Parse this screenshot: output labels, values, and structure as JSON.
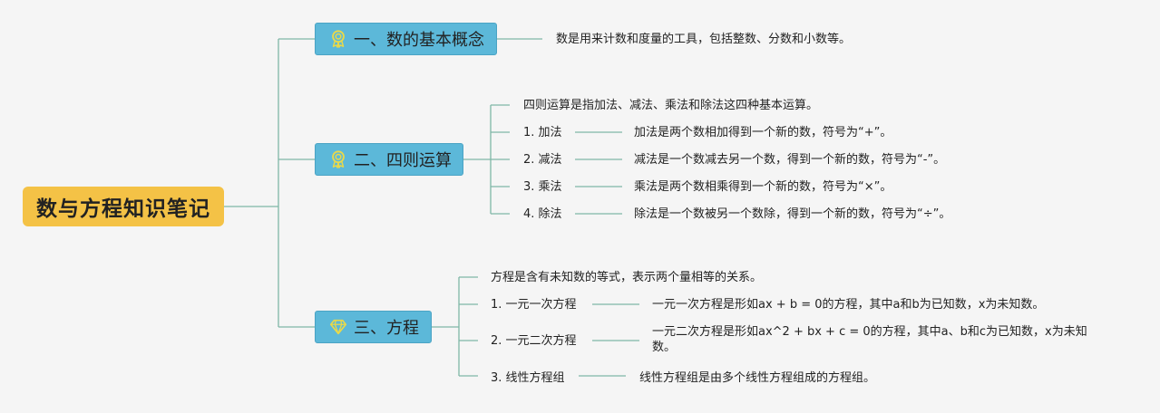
{
  "root": {
    "label": "数与方程知识笔记"
  },
  "colors": {
    "root": "#f4c246",
    "branch": "#5cb8d9",
    "line": "#7fb7a6",
    "icon": "#e9d94a"
  },
  "branches": [
    {
      "label": "一、数的基本概念",
      "icon": "ribbon-award-icon",
      "desc": "数是用来计数和度量的工具，包括整数、分数和小数等。"
    },
    {
      "label": "二、四则运算",
      "icon": "ribbon-award-icon",
      "intro": "四则运算是指加法、减法、乘法和除法这四种基本运算。",
      "items": [
        {
          "label": "1. 加法",
          "desc": "加法是两个数相加得到一个新的数，符号为“+”。"
        },
        {
          "label": "2. 减法",
          "desc": "减法是一个数减去另一个数，得到一个新的数，符号为“-”。"
        },
        {
          "label": "3. 乘法",
          "desc": "乘法是两个数相乘得到一个新的数，符号为“×”。"
        },
        {
          "label": "4. 除法",
          "desc": "除法是一个数被另一个数除，得到一个新的数，符号为“÷”。"
        }
      ]
    },
    {
      "label": "三、方程",
      "icon": "diamond-icon",
      "intro": "方程是含有未知数的等式，表示两个量相等的关系。",
      "items": [
        {
          "label": "1. 一元一次方程",
          "desc": "一元一次方程是形如ax + b = 0的方程，其中a和b为已知数，x为未知数。"
        },
        {
          "label": "2. 一元二次方程",
          "desc": "一元二次方程是形如ax^2 + bx + c = 0的方程，其中a、b和c为已知数，x为未知数。"
        },
        {
          "label": "3. 线性方程组",
          "desc": "线性方程组是由多个线性方程组成的方程组。"
        }
      ]
    }
  ]
}
